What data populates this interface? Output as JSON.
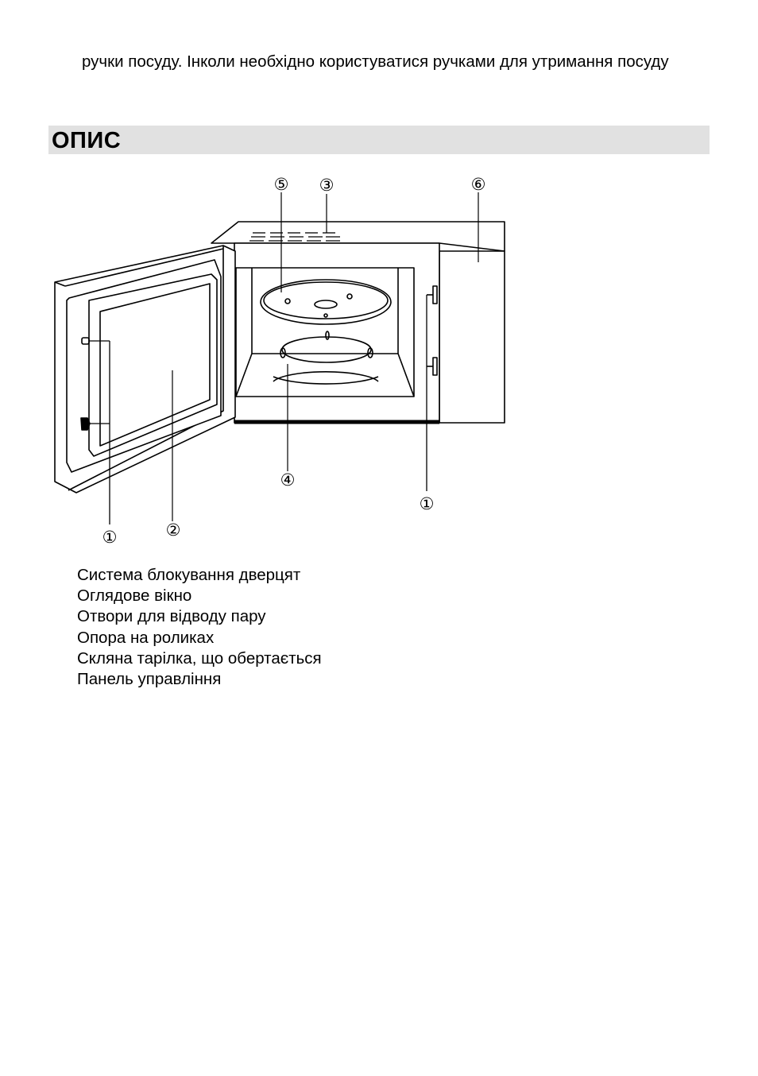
{
  "intro_text": "ручки посуду. Інколи необхідно користуватися ручками для утримання посуду",
  "section": {
    "title": "ОПИС"
  },
  "diagram": {
    "callouts": {
      "door_lock_left": "①",
      "window": "②",
      "vents": "③",
      "roller_support": "④",
      "turntable": "⑤",
      "control_panel": "⑥",
      "door_lock_right": "①"
    }
  },
  "legend": {
    "items": [
      "Система блокування дверцят",
      "Оглядове вікно",
      "Отвори для відводу пару",
      "Опора на роликах",
      "Скляна тарілка, що обертається",
      "Панель управління"
    ]
  }
}
